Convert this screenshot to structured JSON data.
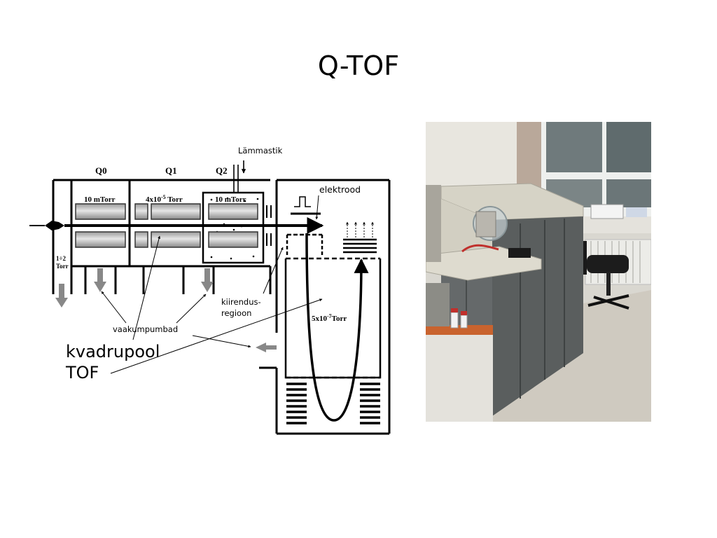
{
  "slide": {
    "title": "Q-TOF"
  },
  "diagram": {
    "stage_labels": {
      "q0": "Q0",
      "q1": "Q1",
      "q2": "Q2"
    },
    "pressures": {
      "q0": "10 mTorr",
      "q1_base": "4x10",
      "q1_exp": "-5",
      "q1_unit": " Torr",
      "q2": "10 mTorr",
      "source_top": "1÷2",
      "source_bottom": "Torr",
      "tof_base": "5x10",
      "tof_exp": "-7",
      "tof_unit": "Torr"
    },
    "annotations": {
      "gas": "Lämmastik",
      "electrode": "elektrood",
      "accel_line1": "kiirendus-",
      "accel_line2": "regioon",
      "pumps": "vaakumpumbad",
      "quadrupole": "kvadrupool",
      "tof": "TOF"
    }
  },
  "photo": {
    "colors": {
      "wall": "#d9d7d0",
      "cabinet": "#5a5e5e",
      "floor": "#cfcac0",
      "top": "#d6d3c6"
    }
  }
}
